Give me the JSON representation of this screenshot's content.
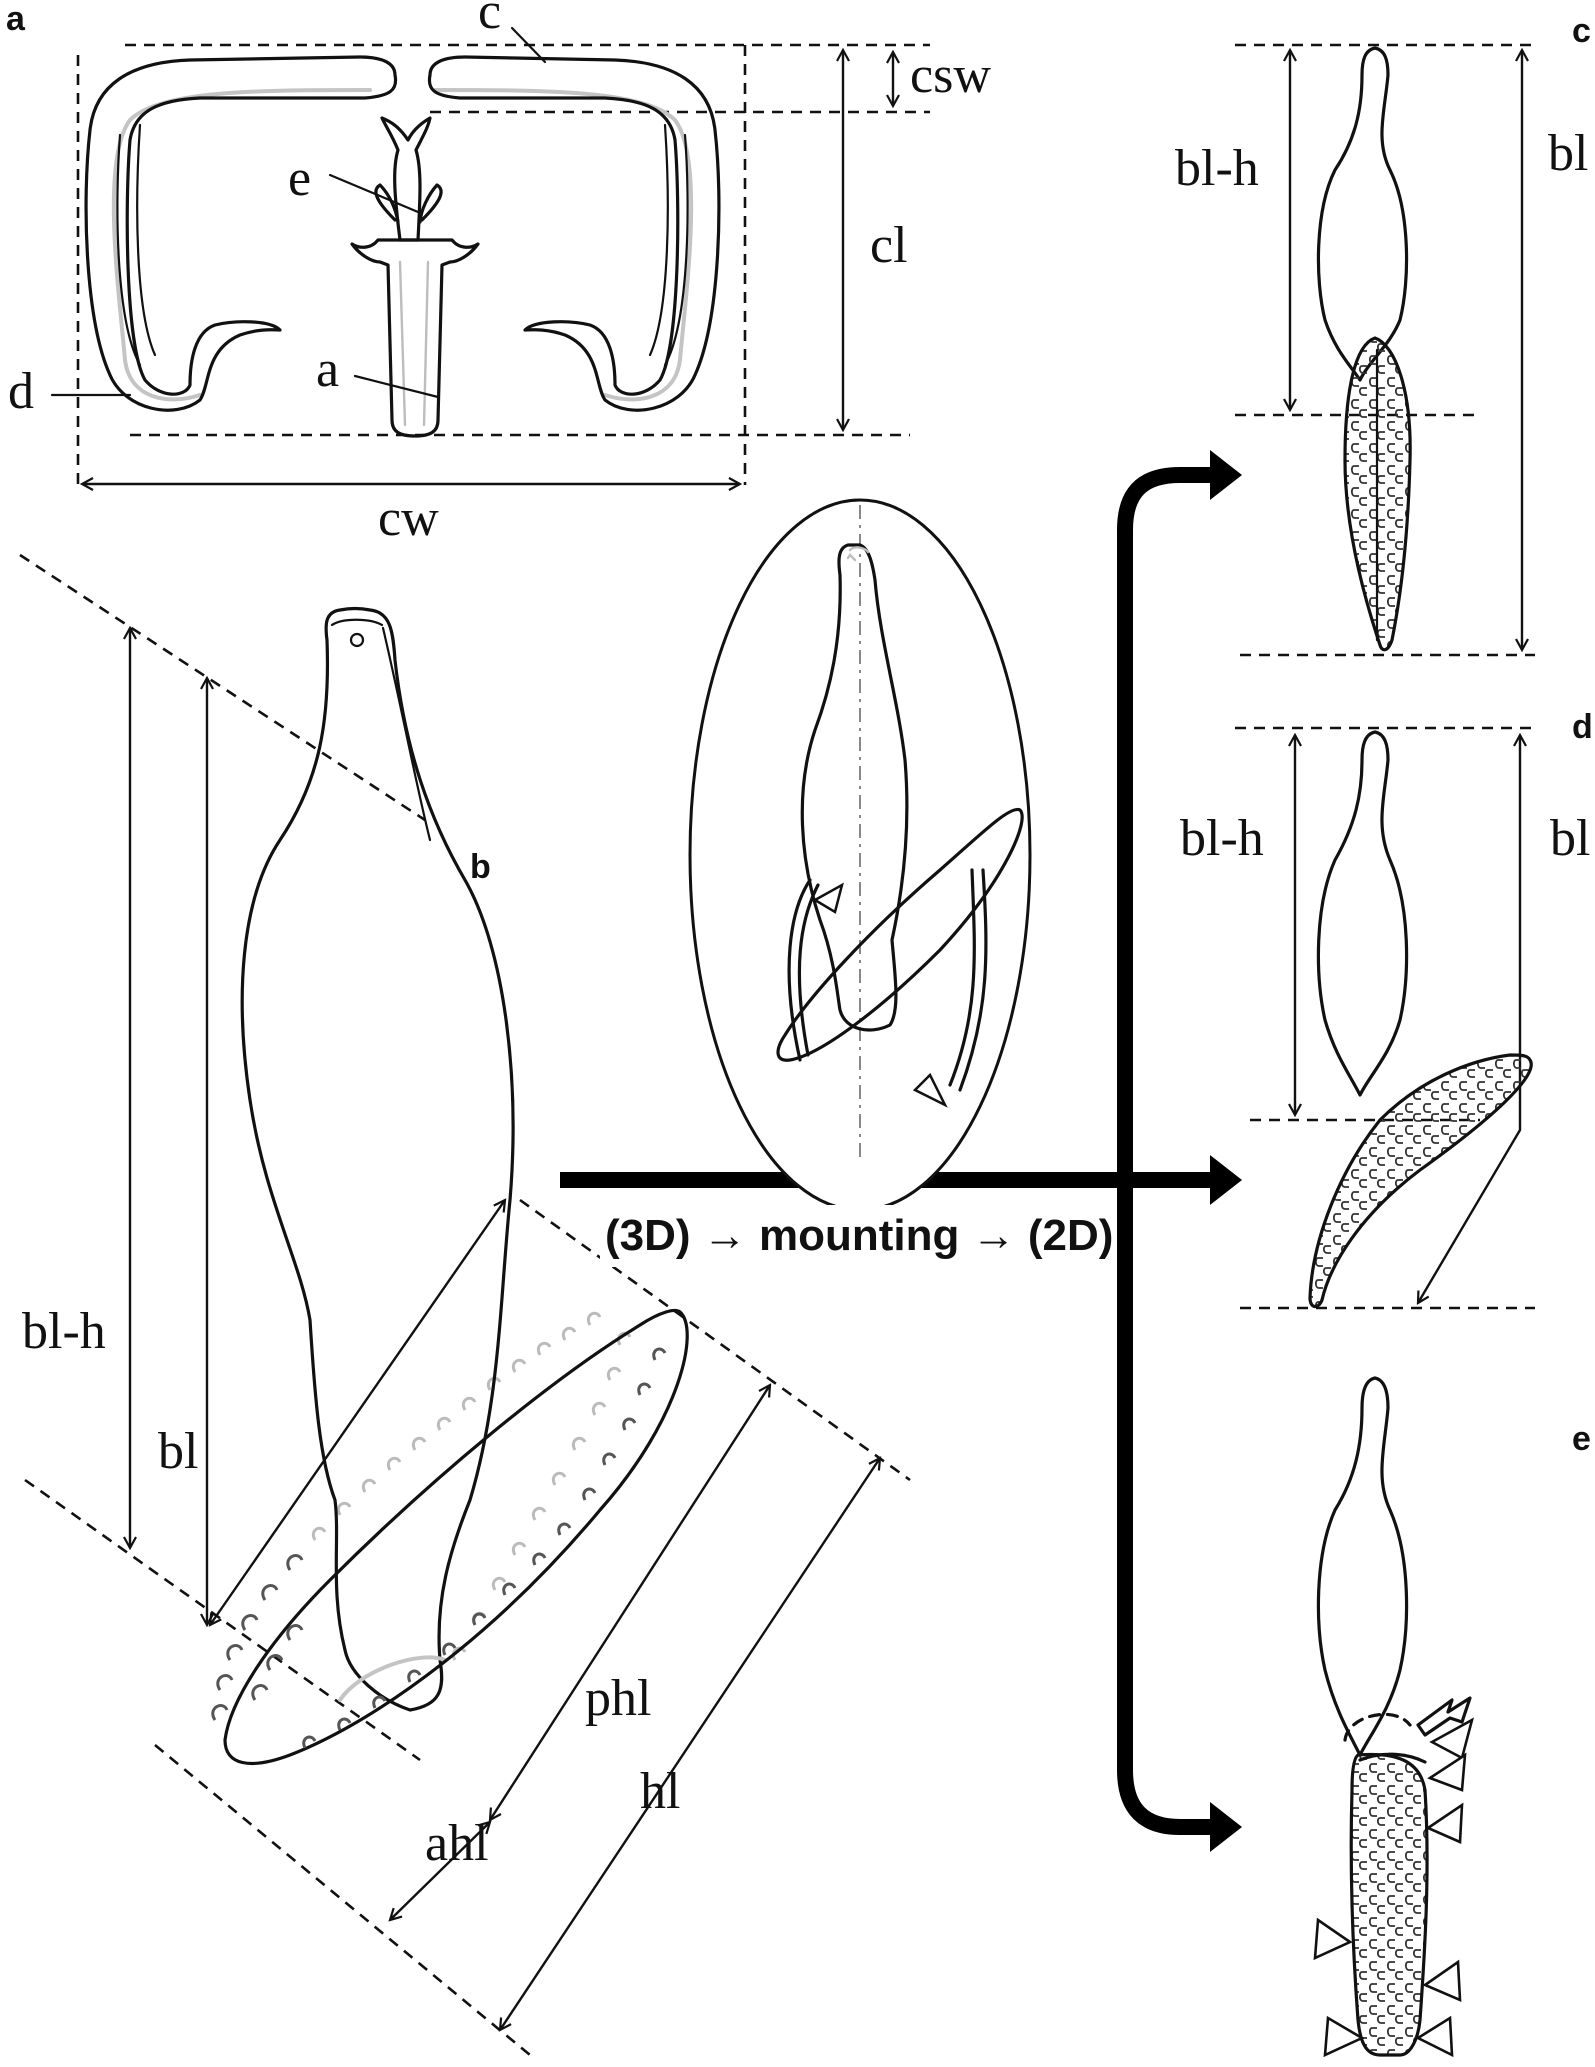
{
  "figure": {
    "panel_labels": {
      "a": "a",
      "b": "b",
      "c": "c",
      "d": "d",
      "e": "e"
    },
    "panel_a": {
      "parts": {
        "c": "c",
        "e": "e",
        "a": "a",
        "d": "d"
      },
      "measures": {
        "csw": "csw",
        "cl": "cl",
        "cw": "cw"
      }
    },
    "panel_b": {
      "measures": {
        "bl_h": "bl-h",
        "bl": "bl",
        "phl": "phl",
        "ahl": "ahl",
        "hl": "hl"
      }
    },
    "center": {
      "caption": "(3D) → mounting → (2D)"
    },
    "panel_c": {
      "measures": {
        "bl_h": "bl-h",
        "bl": "bl"
      }
    },
    "panel_d": {
      "measures": {
        "bl_h": "bl-h",
        "bl": "bl"
      }
    }
  },
  "colors": {
    "ink": "#111111",
    "ghost": "#c4c4c4",
    "arrow": "#000000",
    "background": "#ffffff"
  }
}
